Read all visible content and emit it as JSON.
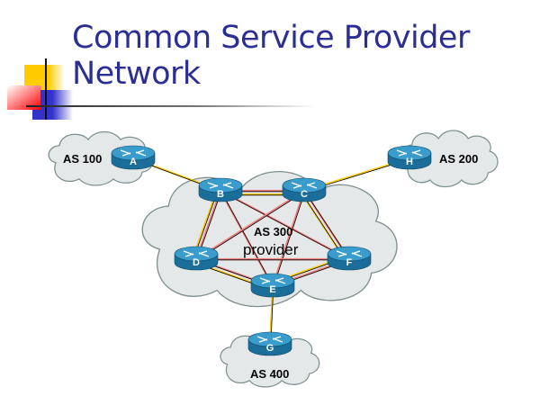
{
  "slide": {
    "title_line1": "Common Service Provider",
    "title_line2": "Network"
  },
  "clouds": [
    {
      "id": "as100",
      "label": "AS 100"
    },
    {
      "id": "as200",
      "label": "AS 200"
    },
    {
      "id": "as300",
      "label": "AS 300",
      "sublabel": "provider"
    },
    {
      "id": "as400",
      "label": "AS 400"
    }
  ],
  "routers": [
    {
      "id": "A",
      "label": "A",
      "as": "AS 100"
    },
    {
      "id": "B",
      "label": "B",
      "as": "AS 300"
    },
    {
      "id": "C",
      "label": "C",
      "as": "AS 300"
    },
    {
      "id": "D",
      "label": "D",
      "as": "AS 300"
    },
    {
      "id": "E",
      "label": "E",
      "as": "AS 300"
    },
    {
      "id": "F",
      "label": "F",
      "as": "AS 300"
    },
    {
      "id": "G",
      "label": "G",
      "as": "AS 400"
    },
    {
      "id": "H",
      "label": "H",
      "as": "AS 200"
    }
  ],
  "links": {
    "physical_color": "#ffcc00",
    "ibgp_color": "#f08080",
    "physical": [
      [
        "A",
        "B"
      ],
      [
        "H",
        "C"
      ],
      [
        "B",
        "C"
      ],
      [
        "B",
        "D"
      ],
      [
        "C",
        "F"
      ],
      [
        "D",
        "E"
      ],
      [
        "F",
        "E"
      ],
      [
        "E",
        "G"
      ]
    ],
    "ibgp_mesh": [
      [
        "B",
        "C"
      ],
      [
        "B",
        "D"
      ],
      [
        "B",
        "E"
      ],
      [
        "B",
        "F"
      ],
      [
        "C",
        "D"
      ],
      [
        "C",
        "E"
      ],
      [
        "C",
        "F"
      ],
      [
        "D",
        "E"
      ],
      [
        "D",
        "F"
      ],
      [
        "E",
        "F"
      ]
    ]
  },
  "colors": {
    "title": "#2b2f93",
    "cloud_fill": "#e4e8e8",
    "cloud_stroke": "#7f9090",
    "router_top": "#3a9ccc",
    "router_side": "#1b6e99"
  }
}
